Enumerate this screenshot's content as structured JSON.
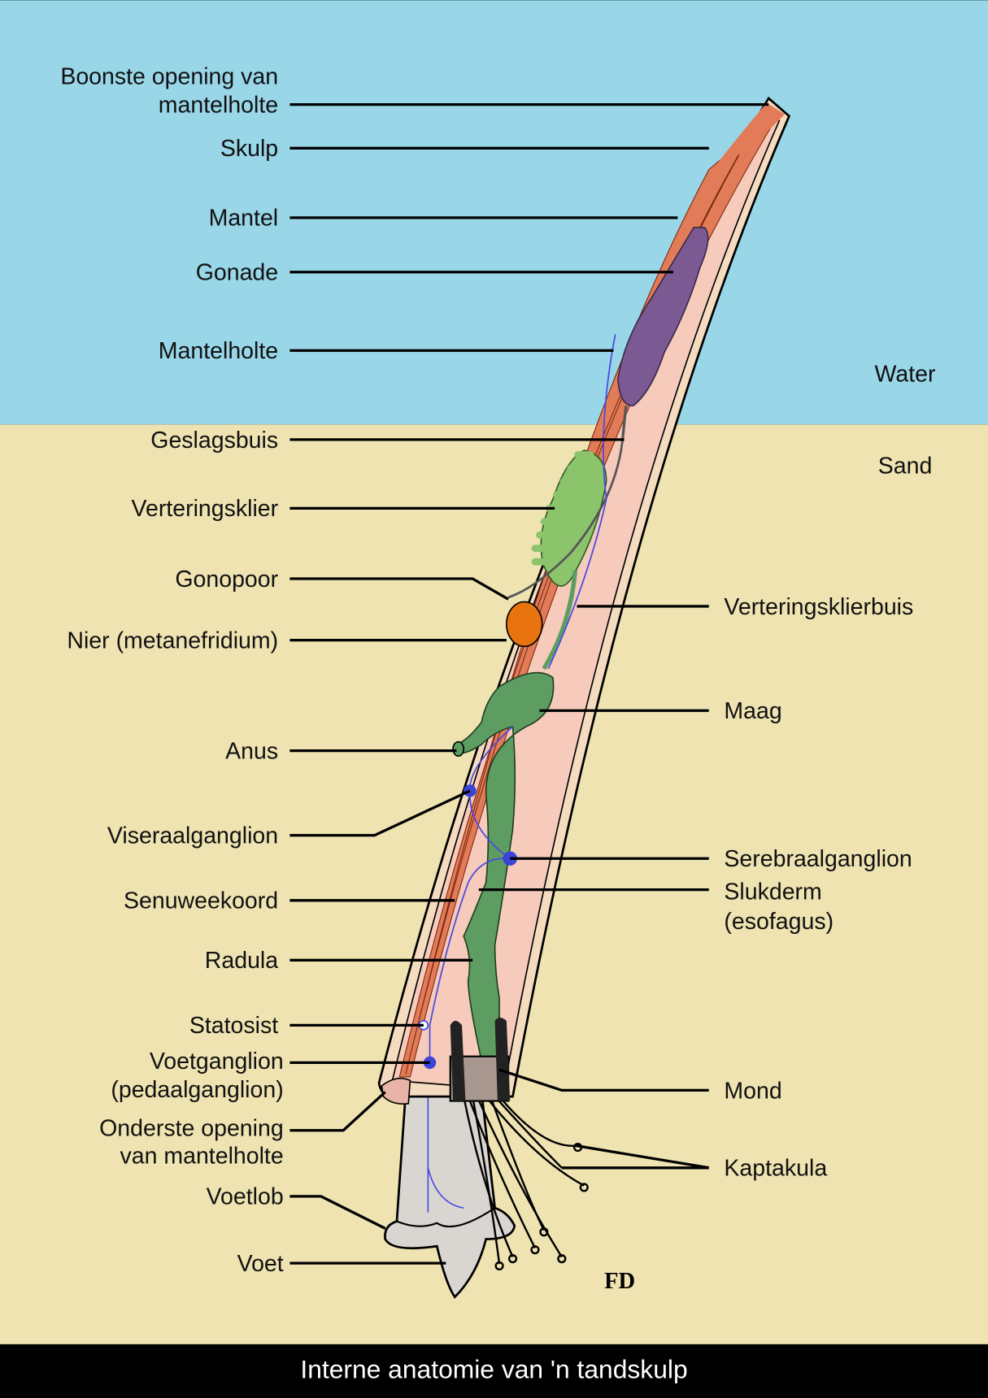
{
  "title": "Interne anatomie van 'n tandskulp",
  "zones": {
    "water": "Water",
    "sand": "Sand"
  },
  "labels_left": {
    "upper_opening": [
      "Boonste opening van",
      "mantelholte"
    ],
    "shell": "Skulp",
    "mantle": "Mantel",
    "gonad": "Gonade",
    "mantle_cavity": "Mantelholte",
    "genital_duct": "Geslagsbuis",
    "digestive_gland": "Verteringsklier",
    "gonopore": "Gonopoor",
    "kidney": "Nier (metanefridium)",
    "anus": "Anus",
    "visceral_ganglion": "Viseraalganglion",
    "nerve_cord": "Senuweekoord",
    "radula": "Radula",
    "statocyst": "Statosist",
    "pedal_ganglion": [
      "Voetganglion",
      "(pedaalganglion)"
    ],
    "lower_opening": [
      "Onderste opening",
      "van mantelholte"
    ],
    "foot_lobe": "Voetlob",
    "foot": "Voet"
  },
  "labels_right": {
    "digestive_gland_duct": "Verteringsklierbuis",
    "stomach": "Maag",
    "cerebral_ganglion": "Serebraalganglion",
    "esophagus": [
      "Slukderm",
      "(esofagus)"
    ],
    "mouth": "Mond",
    "captacula": "Kaptakula"
  },
  "signature": "FD",
  "colors": {
    "water": "#98d6e8",
    "sand": "#efe3b1",
    "shell": "#f5dcc0",
    "body": "#f6cbbb",
    "mantle": "#e27b58",
    "gonad": "#7b5a94",
    "digestive_gland": "#8cc46c",
    "stomach": "#5e9d62",
    "kidney": "#e8730f",
    "nerve": "#4a4ae0",
    "foot": "#d9d6d2"
  }
}
